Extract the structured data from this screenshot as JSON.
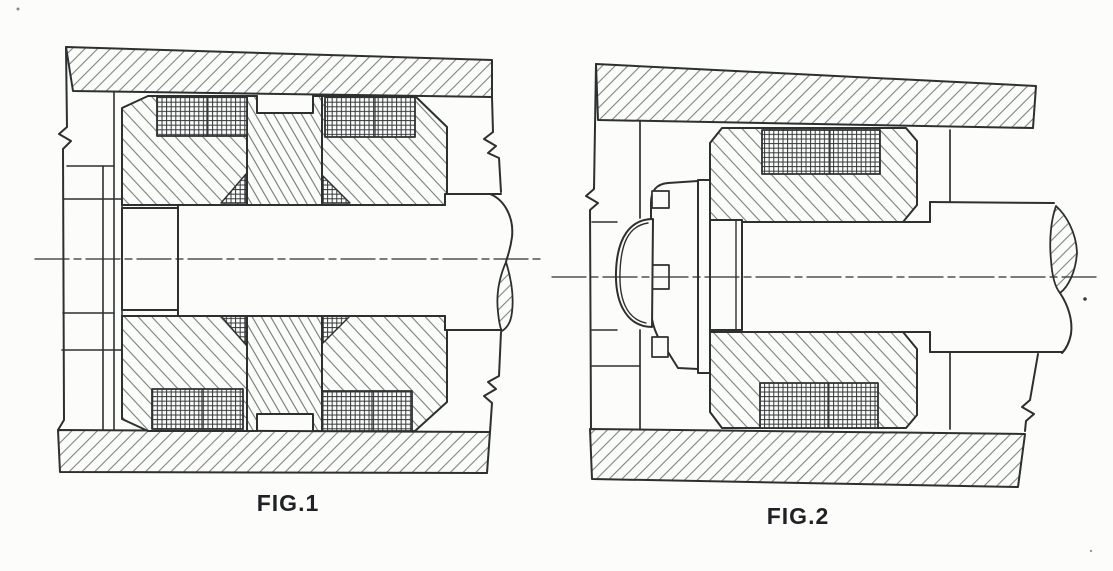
{
  "page": {
    "background_color": "#fcfcfa",
    "ink_color": "#2e2f31",
    "hatch_color": "#7b877f"
  },
  "figures": [
    {
      "id": "fig1",
      "label": "FIG.1"
    },
    {
      "id": "fig2",
      "label": "FIG.2"
    }
  ]
}
